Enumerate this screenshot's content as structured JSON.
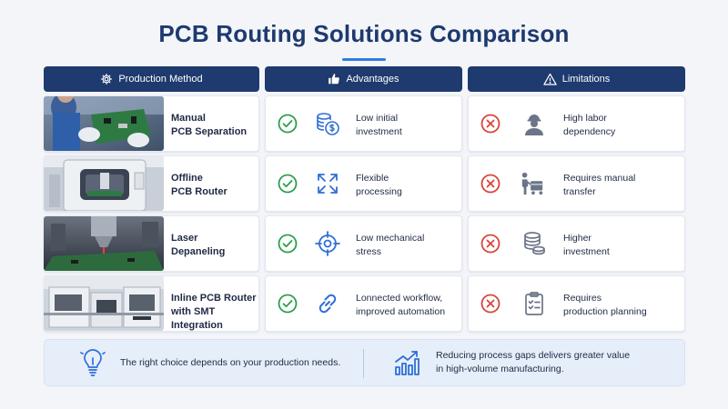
{
  "title": "PCB Routing Solutions Comparison",
  "headers": {
    "method": "Production Method",
    "advantages": "Advantages",
    "limitations": "Limitations"
  },
  "rows": [
    {
      "method": "Manual\nPCB Separation",
      "advantage": "Low initial\ninvestment",
      "advantage_icon": "coins-dollar-icon",
      "limitation": "High labor\ndependency",
      "limitation_icon": "worker-icon"
    },
    {
      "method": "Offline\nPCB Router",
      "advantage": "Flexible\nprocessing",
      "advantage_icon": "expand-arrows-icon",
      "limitation": "Requires manual\ntransfer",
      "limitation_icon": "hand-cart-icon"
    },
    {
      "method": "Laser\nDepaneling",
      "advantage": "Low mechanical\nstress",
      "advantage_icon": "crosshair-target-icon",
      "limitation": "Higher\ninvestment",
      "limitation_icon": "coin-stack-icon"
    },
    {
      "method": "Inline PCB Router\nwith SMT Integration",
      "advantage": "Lonnected workflow,\nimproved automation",
      "advantage_icon": "chain-link-icon",
      "limitation": "Requires\nproduction planning",
      "limitation_icon": "clipboard-checklist-icon"
    }
  ],
  "footer": {
    "left_text": "The right choice depends on your production needs.",
    "right_text_line1": "Reducing process gaps delivers greater value",
    "right_text_line2": "in high-volume manufacturing."
  },
  "colors": {
    "navy": "#1e3a6e",
    "accent_blue": "#2f7de1",
    "check_green": "#2e9e4f",
    "cross_red": "#d9443a"
  }
}
